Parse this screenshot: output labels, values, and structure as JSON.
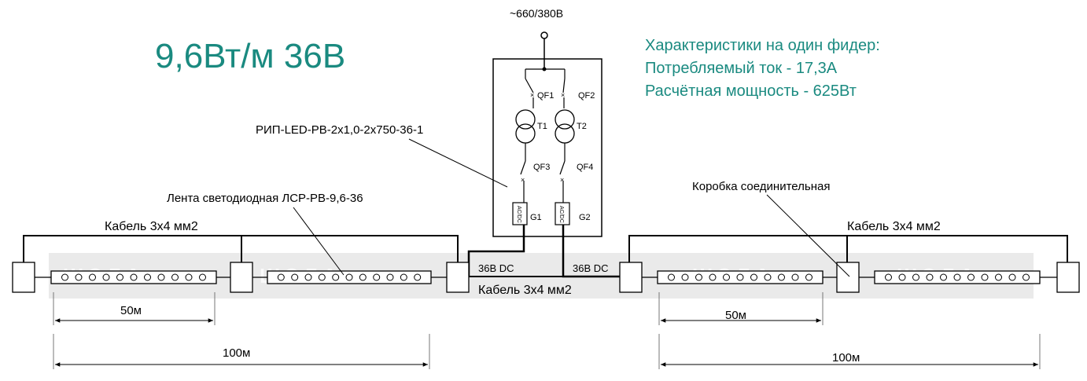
{
  "title": "9,6Вт/м 36В",
  "supply_voltage": "~660/380В",
  "feeder_info": {
    "heading": "Характеристики на один фидер:",
    "current": "Потребляемый ток - 17,3А",
    "power": "Расчётная мощность - 625Вт"
  },
  "colors": {
    "accent": "#1a8a80",
    "line": "#000000",
    "watermark_band": "#d9d9d9"
  },
  "labels": {
    "power_unit": "РИП-LED-PB-2x1,0-2x750-36-1",
    "led_strip": "Лента светодиодная ЛСР-PB-9,6-36",
    "junction_box": "Коробка соединительная",
    "cable_top_left": "Кабель 3х4 мм2",
    "cable_top_right": "Кабель 3х4 мм2",
    "cable_middle": "Кабель 3х4 мм2",
    "dc_left": "36В DC",
    "dc_right": "36В DC"
  },
  "components": {
    "qf1": "QF1",
    "qf2": "QF2",
    "qf3": "QF3",
    "qf4": "QF4",
    "t1": "T1",
    "t2": "T2",
    "g1": "G1",
    "g2": "G2",
    "acdc": "AC/DC"
  },
  "dimensions": {
    "left_50": "50м",
    "left_100": "100м",
    "right_50": "50м",
    "right_100": "100м"
  },
  "watermark": "ШЭЛА"
}
